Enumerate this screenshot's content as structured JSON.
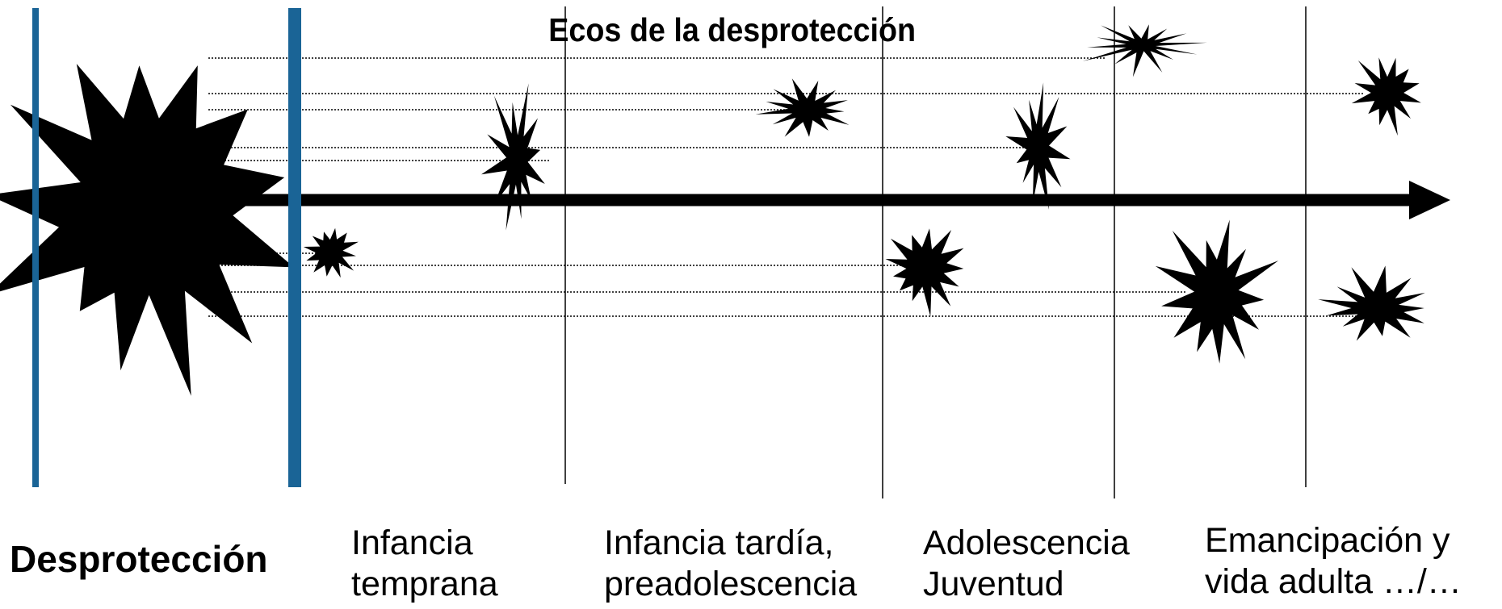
{
  "diagram": {
    "title": "Ecos de la desprotección",
    "origin_label": "Desprotección",
    "stages": [
      {
        "line1": "Infancia",
        "line2": "temprana"
      },
      {
        "line1": "Infancia tardía,",
        "line2": "preadolescencia"
      },
      {
        "line1": "Adolescencia",
        "line2": "Juventud"
      },
      {
        "line1": "Emancipación y",
        "line2": "vida adulta …/…"
      }
    ],
    "colors": {
      "boundary": "#1a6496",
      "ink": "#000000"
    },
    "icons": {
      "burst": "explosion-burst-icon",
      "arrow": "timeline-arrow-icon"
    }
  }
}
